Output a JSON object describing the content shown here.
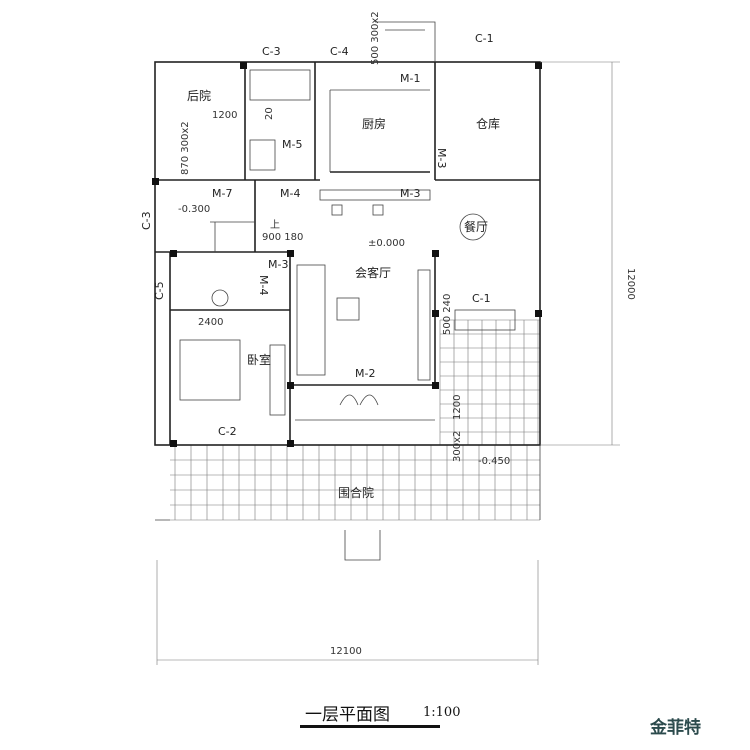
{
  "rooms": {
    "backyard": "后院",
    "kitchen": "厨房",
    "storage": "仓库",
    "dining": "餐厅",
    "living": "会客厅",
    "bedroom": "卧室",
    "courtyard": "围合院"
  },
  "openings": {
    "c3_top": "C-3",
    "c4": "C-4",
    "c1_top": "C-1",
    "c3_left": "C-3",
    "c5": "C-5",
    "c1_mid": "C-1",
    "c2": "C-2",
    "m1": "M-1",
    "m5": "M-5",
    "m3_right": "M-3",
    "m7": "M-7",
    "m4_top": "M-4",
    "m3_mid": "M-3",
    "m3_stair": "M-3",
    "m4_left": "M-4",
    "m2": "M-2"
  },
  "dimensions": {
    "d_500_300x2": "500 300x2",
    "d_1200_top": "1200",
    "d_20": "20",
    "d_870": "870 300x2",
    "d_900_180": "900 180",
    "d_2400": "2400",
    "d_500_240": "500 240",
    "d_1200_right": "1200",
    "d_300x2": "300x2",
    "d_12000": "12000",
    "d_12100": "12100"
  },
  "levels": {
    "up": "上",
    "minus300": "-0.300",
    "zero": "±0.000",
    "minus450": "-0.450"
  },
  "footer": {
    "title": "一层平面图",
    "scale": "1:100",
    "logo": "金菲特"
  }
}
